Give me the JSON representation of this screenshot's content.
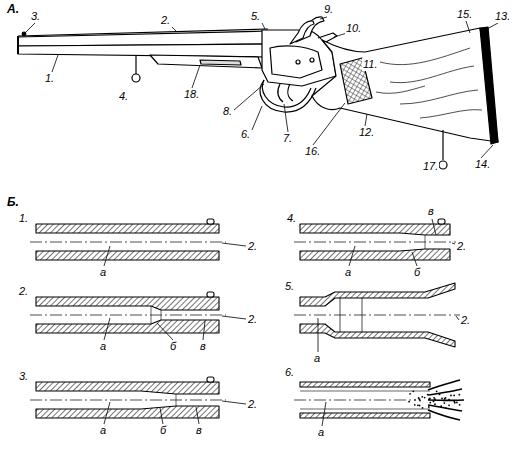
{
  "diagram": {
    "labels": [
      "А.",
      "3.",
      "2.",
      "5.",
      "9.",
      "10.",
      "11.",
      "15.",
      "13.",
      "1.",
      "4.",
      "18.",
      "8.",
      "6.",
      "7.",
      "16.",
      "12.",
      "17.",
      "14.",
      "Б.",
      "1.",
      "2.",
      "а",
      "4.",
      "в",
      "2.",
      "а",
      "б",
      "2.",
      "2.",
      "а",
      "б",
      "в",
      "5.",
      "2.",
      "а",
      "3.",
      "2.",
      "а",
      "б",
      "в",
      "6.",
      "а"
    ]
  }
}
